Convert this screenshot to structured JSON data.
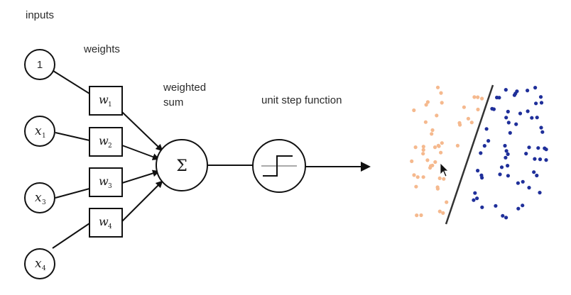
{
  "labels": {
    "inputs": "inputs",
    "weights": "weights",
    "weighted_sum_line1": "weighted",
    "weighted_sum_line2": "sum",
    "unit_step": "unit step function"
  },
  "inputs": [
    {
      "base": "1",
      "sub": ""
    },
    {
      "base": "x",
      "sub": "1"
    },
    {
      "base": "x",
      "sub": "3"
    },
    {
      "base": "x",
      "sub": "4"
    }
  ],
  "weights": [
    {
      "base": "w",
      "sub": "1"
    },
    {
      "base": "w",
      "sub": "2"
    },
    {
      "base": "w",
      "sub": "3"
    },
    {
      "base": "w",
      "sub": "4"
    }
  ],
  "sum_symbol": "Σ",
  "colors": {
    "orange_points": "#f5b98e",
    "blue_points": "#1f2f9a",
    "stroke": "#111111"
  },
  "scatter": {
    "orange_count": 48,
    "blue_count": 62
  }
}
